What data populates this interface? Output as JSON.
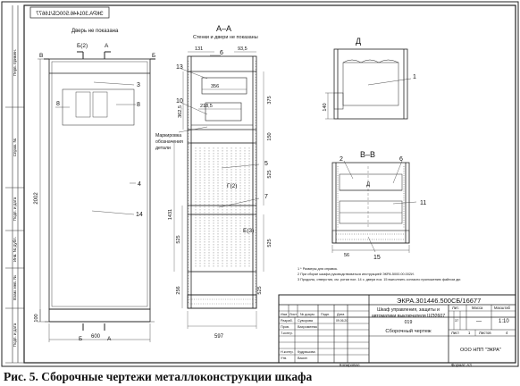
{
  "sheet": {
    "top_stamp": "ЭКРА.301446.500СБ/16677",
    "side_cells": [
      "Перв. примен.",
      "Справ. №",
      "Подп. и дата",
      "Инв. № дубл.",
      "Взам. инв. №",
      "Подп. и дата",
      "Инв. № подл."
    ]
  },
  "front_view": {
    "note_door": "Дверь не показана",
    "section_bb": "Б(2)",
    "section_a": "А",
    "section_b_bottom": "Б",
    "section_a_bottom": "А",
    "label_v": "В",
    "label_b": "Б",
    "dim_height": "2002",
    "dim_width": "600",
    "dim_base": "100",
    "callouts": [
      "3",
      "8",
      "8",
      "4",
      "14"
    ]
  },
  "section_aa": {
    "title": "А–А",
    "subtitle": "Стенки и двери не показаны",
    "dims": [
      "131",
      "93,5",
      "356",
      "218,5",
      "362,5",
      "375",
      "150",
      "525",
      "525",
      "1431",
      "525",
      "256",
      "525",
      "597"
    ],
    "callouts": [
      "6",
      "13",
      "10",
      "5",
      "7",
      "Г(2)",
      "Е(3)"
    ],
    "marking_note": [
      "Маркировка",
      "обозначения",
      "детали"
    ]
  },
  "view_d": {
    "title": "Д",
    "callouts": [
      "1"
    ],
    "dim": "140"
  },
  "section_vv": {
    "title": "В–В",
    "callouts": [
      "2",
      "6",
      "11",
      "15"
    ],
    "dim": "56",
    "view_mark": "Д"
  },
  "notes": [
    "1 * Размеры для справок.",
    "2 При сборке шкафа руководствоваться инструкцией ЭКРА.5000.00.002И.",
    "3 Продолы, отверстия, см. ротии пол. 14 с. двери поз. 15 выполнить согласно приложению файлом дкг."
  ],
  "title_block": {
    "doc_number": "ЭКРА.301446.500СБ/16677",
    "name_lines": [
      "Шкаф управления, защиты и",
      "автоматики выключателя ШЭ2607",
      "019"
    ],
    "drawing_type": "Сборочный чертеж",
    "col_headers": [
      "Изм",
      "Лист",
      "№ докум.",
      "Подп.",
      "Дата"
    ],
    "rows": [
      {
        "role": "Разраб.",
        "name": "Суворова",
        "date": "09.06.20"
      },
      {
        "role": "Пров.",
        "name": "Вахромеева",
        "date": ""
      },
      {
        "role": "Т.контр.",
        "name": "",
        "date": ""
      },
      {
        "role": "",
        "name": "",
        "date": ""
      },
      {
        "role": "Н.контр.",
        "name": "Кудряшова",
        "date": ""
      },
      {
        "role": "Утв.",
        "name": "Васин",
        "date": ""
      }
    ],
    "lit_label": "Лит.",
    "mass_label": "Масса",
    "scale_label": "Масштаб",
    "lit_value": "37",
    "mass_value": "—",
    "scale_value": "1:10",
    "sheet_label": "Лист",
    "sheet_value": "1",
    "sheets_label": "Листов",
    "sheets_value": "4",
    "company": "ООО НПП \"ЭКРА\"",
    "copied": "Копировал",
    "format": "Формат  А3"
  },
  "caption": "Рис. 5. Сборочные чертежи металлоконструкции шкафа"
}
